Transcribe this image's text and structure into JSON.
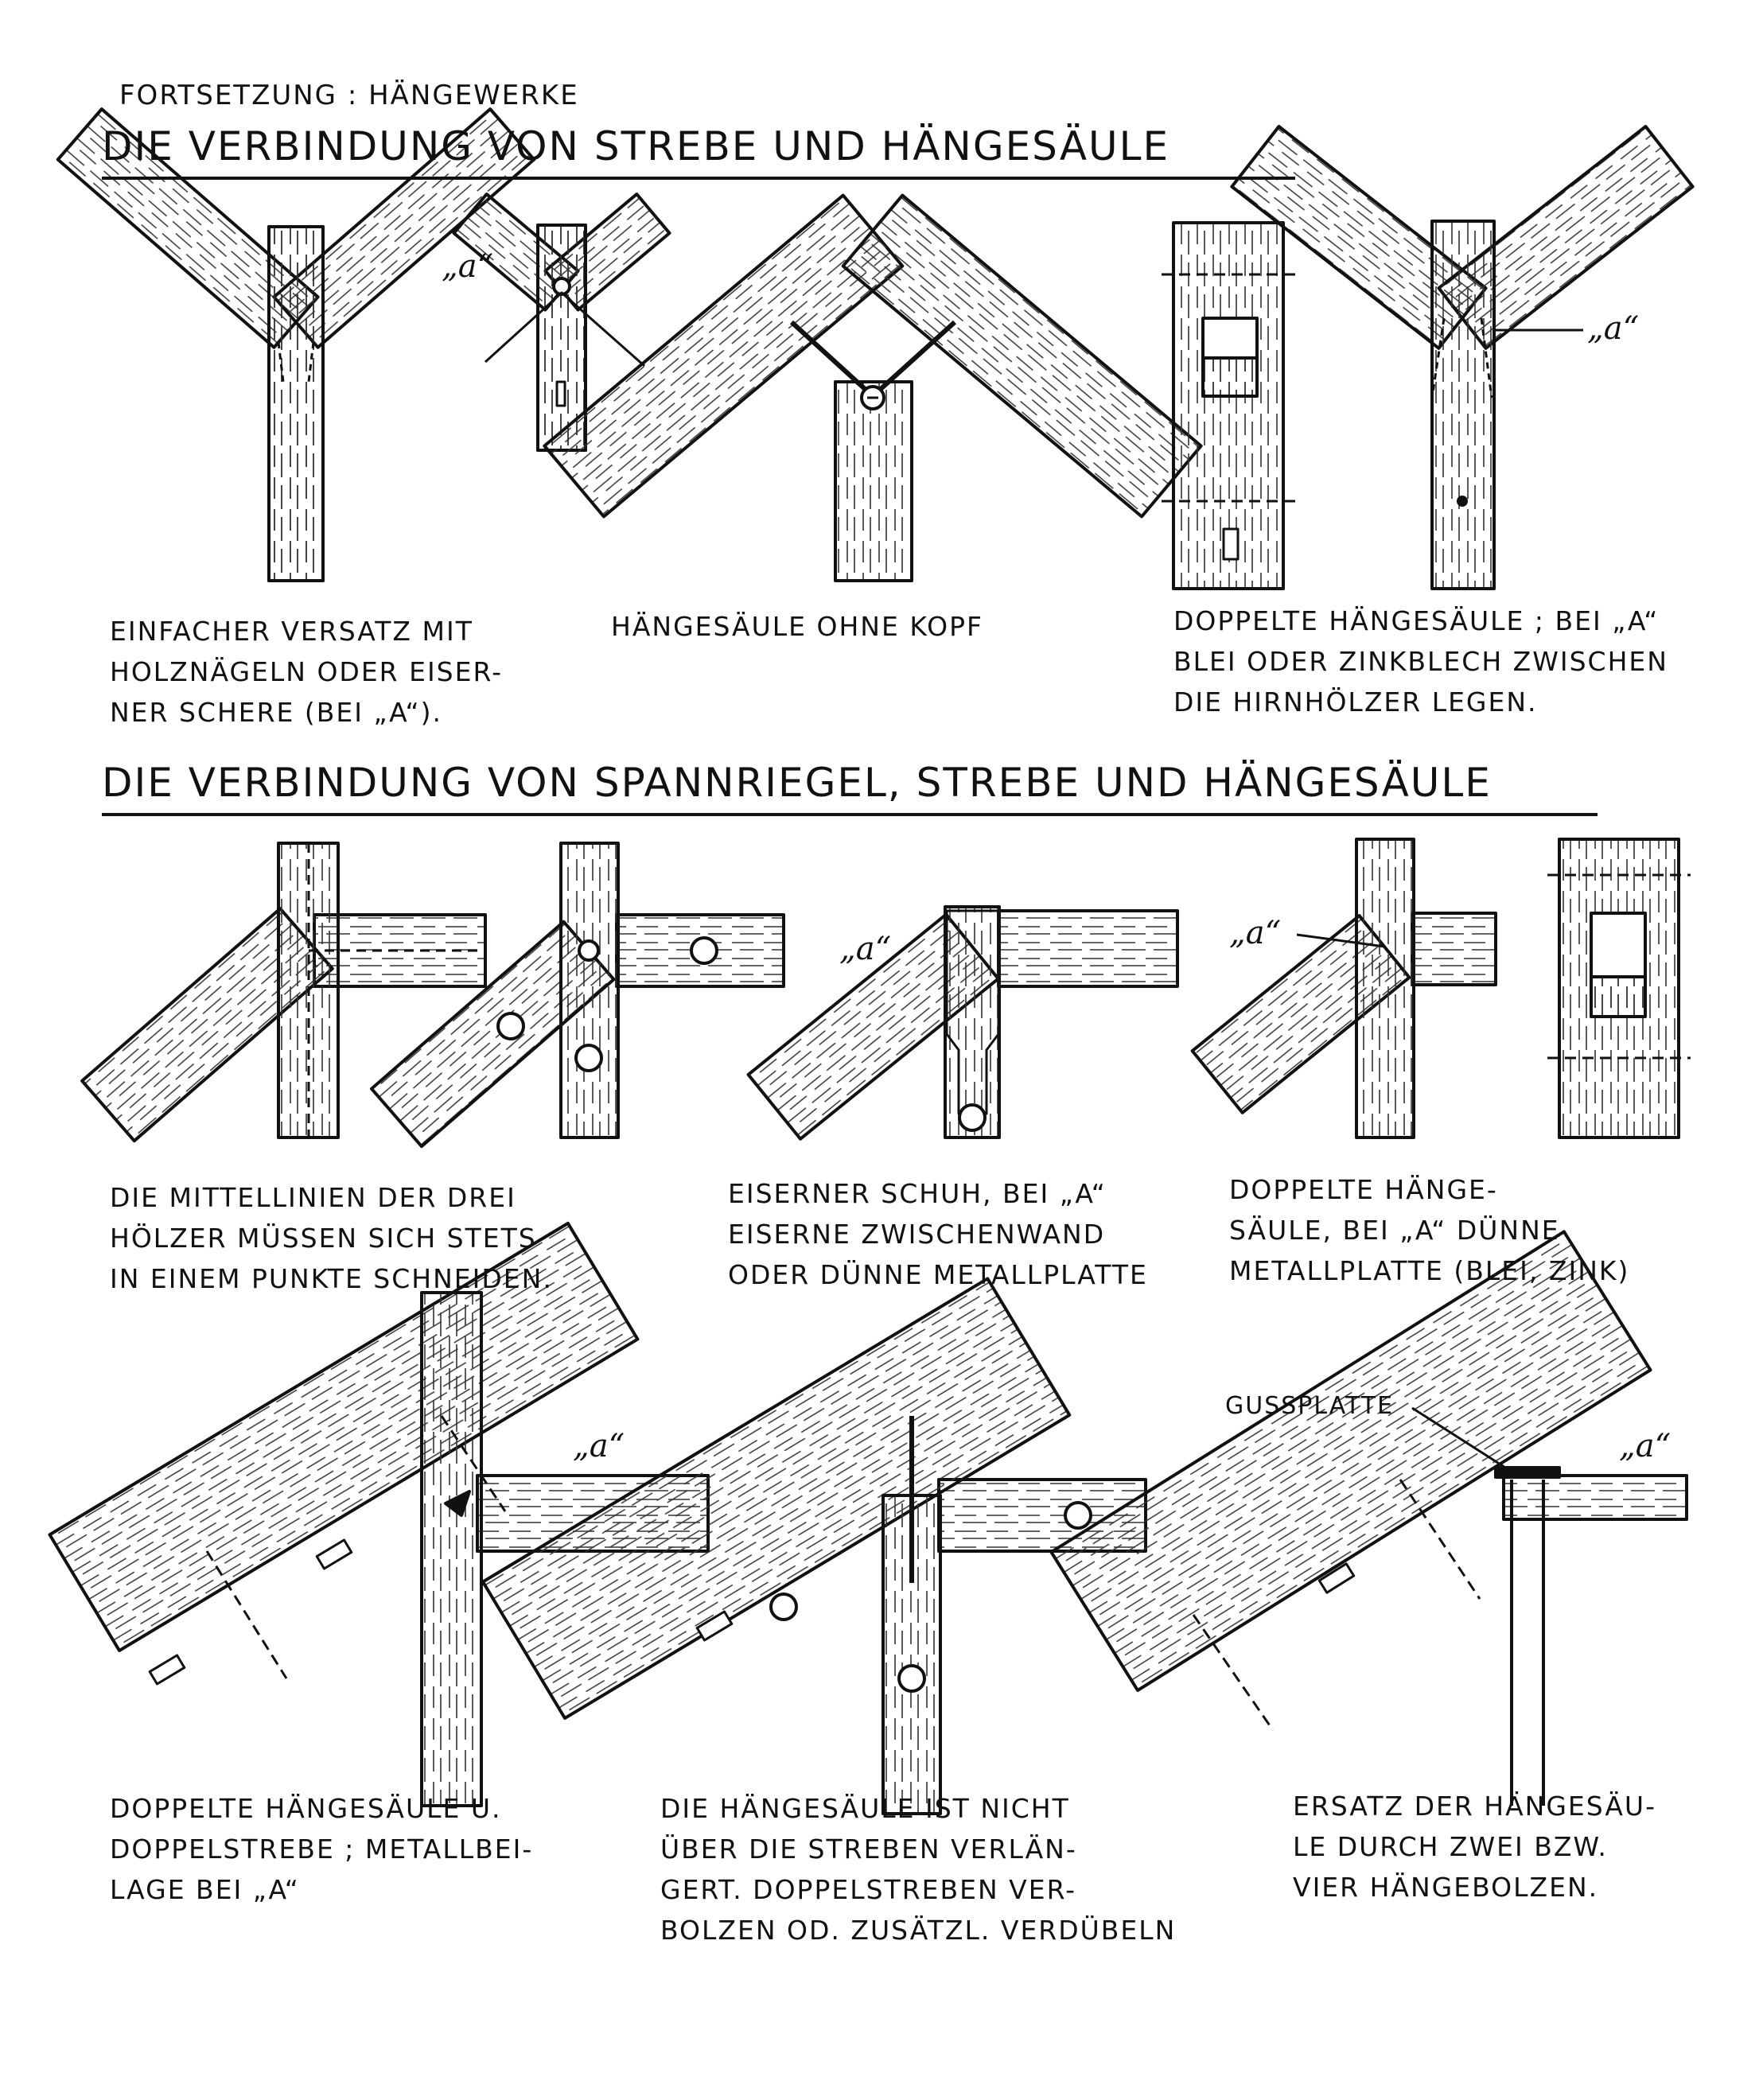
{
  "page": {
    "kicker": "FORTSETZUNG : HÄNGEWERKE",
    "section1_title": "DIE VERBINDUNG VON STREBE UND HÄNGESÄULE",
    "section2_title": "DIE VERBINDUNG VON SPANNRIEGEL, STREBE UND HÄNGESÄULE"
  },
  "labels": {
    "a": "„a“",
    "gussplatte": "GUSSPLATTE"
  },
  "captions": {
    "c1": "EINFACHER VERSATZ MIT\nHOLZNÄGELN ODER EISER-\nNER SCHERE (BEI „a“).",
    "c2": "HÄNGESÄULE OHNE KOPF",
    "c3": "DOPPELTE HÄNGESÄULE ; BEI „a“\nBLEI ODER ZINKBLECH ZWISCHEN\nDIE HIRNHÖLZER LEGEN.",
    "c4": "DIE MITTELLINIEN DER DREI\nHÖLZER MÜSSEN SICH STETS\nIN EINEM PUNKTE SCHNEIDEN.",
    "c5": "EISERNER SCHUH, BEI „a“\nEISERNE ZWISCHENWAND\nODER DÜNNE METALLPLATTE",
    "c6": "DOPPELTE HÄNGE-\nSÄULE, BEI „a“ DÜNNE\nMETALLPLATTE (BLEI, ZINK)",
    "c7": "DOPPELTE HÄNGESÄULE U.\nDOPPELSTREBE ; METALLBEI-\nLAGE BEI „a“",
    "c8": "DIE HÄNGESÄULE IST NICHT\nÜBER DIE STREBEN VERLÄN-\nGERT. DOPPELSTREBEN VER-\nBOLZEN OD. ZUSÄTZL. VERDÜBELN",
    "c9": "ERSATZ DER HÄNGESÄU-\nLE DURCH ZWEI BZW.\nVIER HÄNGEBOLZEN."
  }
}
